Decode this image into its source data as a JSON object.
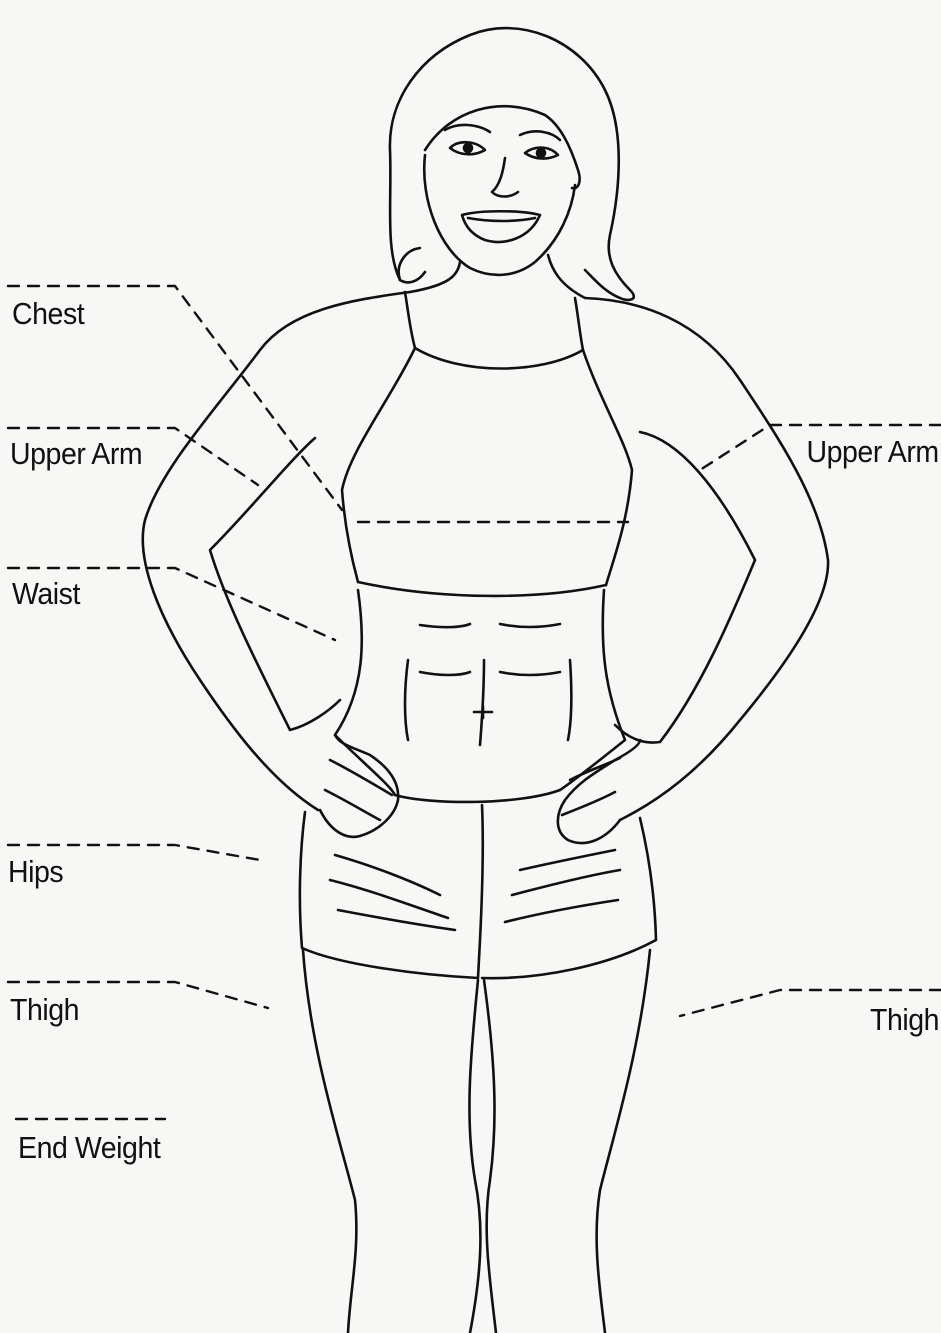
{
  "labels": {
    "chest": "Chest",
    "upper_arm_left": "Upper Arm",
    "waist": "Waist",
    "hips": "Hips",
    "thigh_left": "Thigh",
    "end_weight": "End Weight",
    "upper_arm_right": "Upper Arm",
    "thigh_right": "Thigh"
  },
  "colors": {
    "ink": "#111111",
    "paper": "#f7f7f5"
  }
}
